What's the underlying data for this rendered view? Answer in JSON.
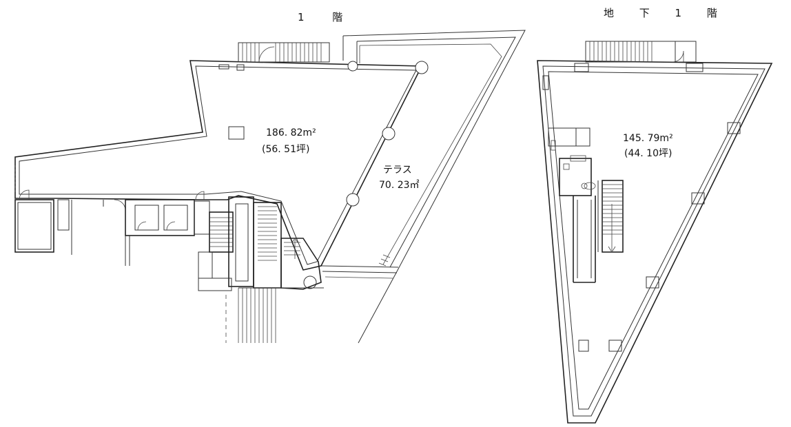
{
  "floors": {
    "first": {
      "title": "1 階",
      "room_area_m2": "186. 82m²",
      "room_area_tsubo": "(56. 51坪)",
      "terrace_label": "テラス",
      "terrace_area": "70. 23㎡"
    },
    "basement": {
      "title": "地 下 1 階",
      "room_area_m2": "145. 79m²",
      "room_area_tsubo": "(44. 10坪)"
    }
  }
}
